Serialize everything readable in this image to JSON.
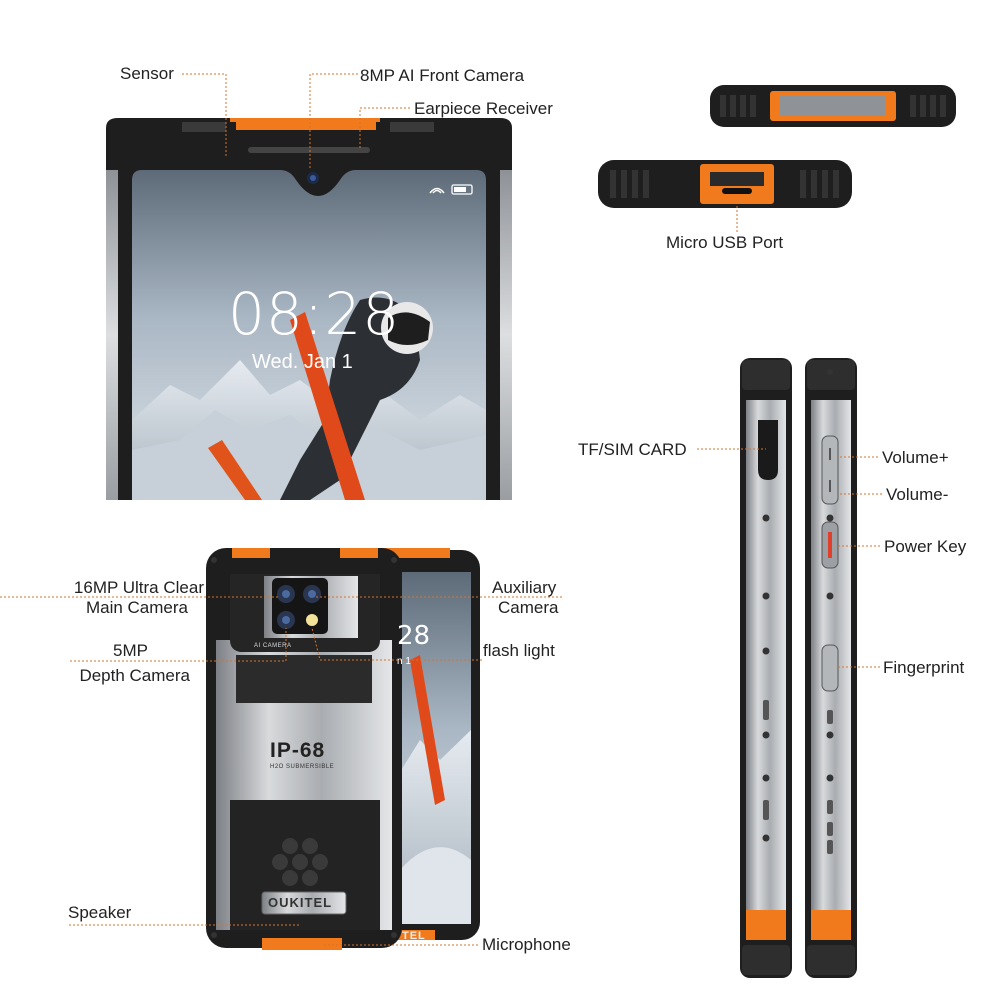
{
  "labels": {
    "sensor": "Sensor",
    "front_camera": "8MP AI Front Camera",
    "earpiece": "Earpiece Receiver",
    "micro_usb": "Micro USB Port",
    "tf_sim": "TF/SIM CARD",
    "volume_up": "Volume+",
    "volume_down": "Volume-",
    "power_key": "Power Key",
    "fingerprint": "Fingerprint",
    "main_camera_line1": "16MP Ultra Clear",
    "main_camera_line2": "Main Camera",
    "depth_line1": "5MP",
    "depth_line2": "Depth Camera",
    "aux_line1": "Auxiliary",
    "aux_line2": "Camera",
    "flash": "flash light",
    "speaker": "Speaker",
    "microphone": "Microphone"
  },
  "lockscreen": {
    "time": "08:28",
    "date": "Wed. Jan 1"
  },
  "device": {
    "ip_rating": "IP-68",
    "ip_sub": "H2O SUBMERSIBLE",
    "brand": "OUKITEL",
    "camera_module": "AI CAMERA",
    "back_label_partial": "TEL"
  },
  "colors": {
    "accent_orange": "#f07a1c",
    "body_black": "#1c1c1c",
    "frame_silver": "#b9bcbf"
  }
}
